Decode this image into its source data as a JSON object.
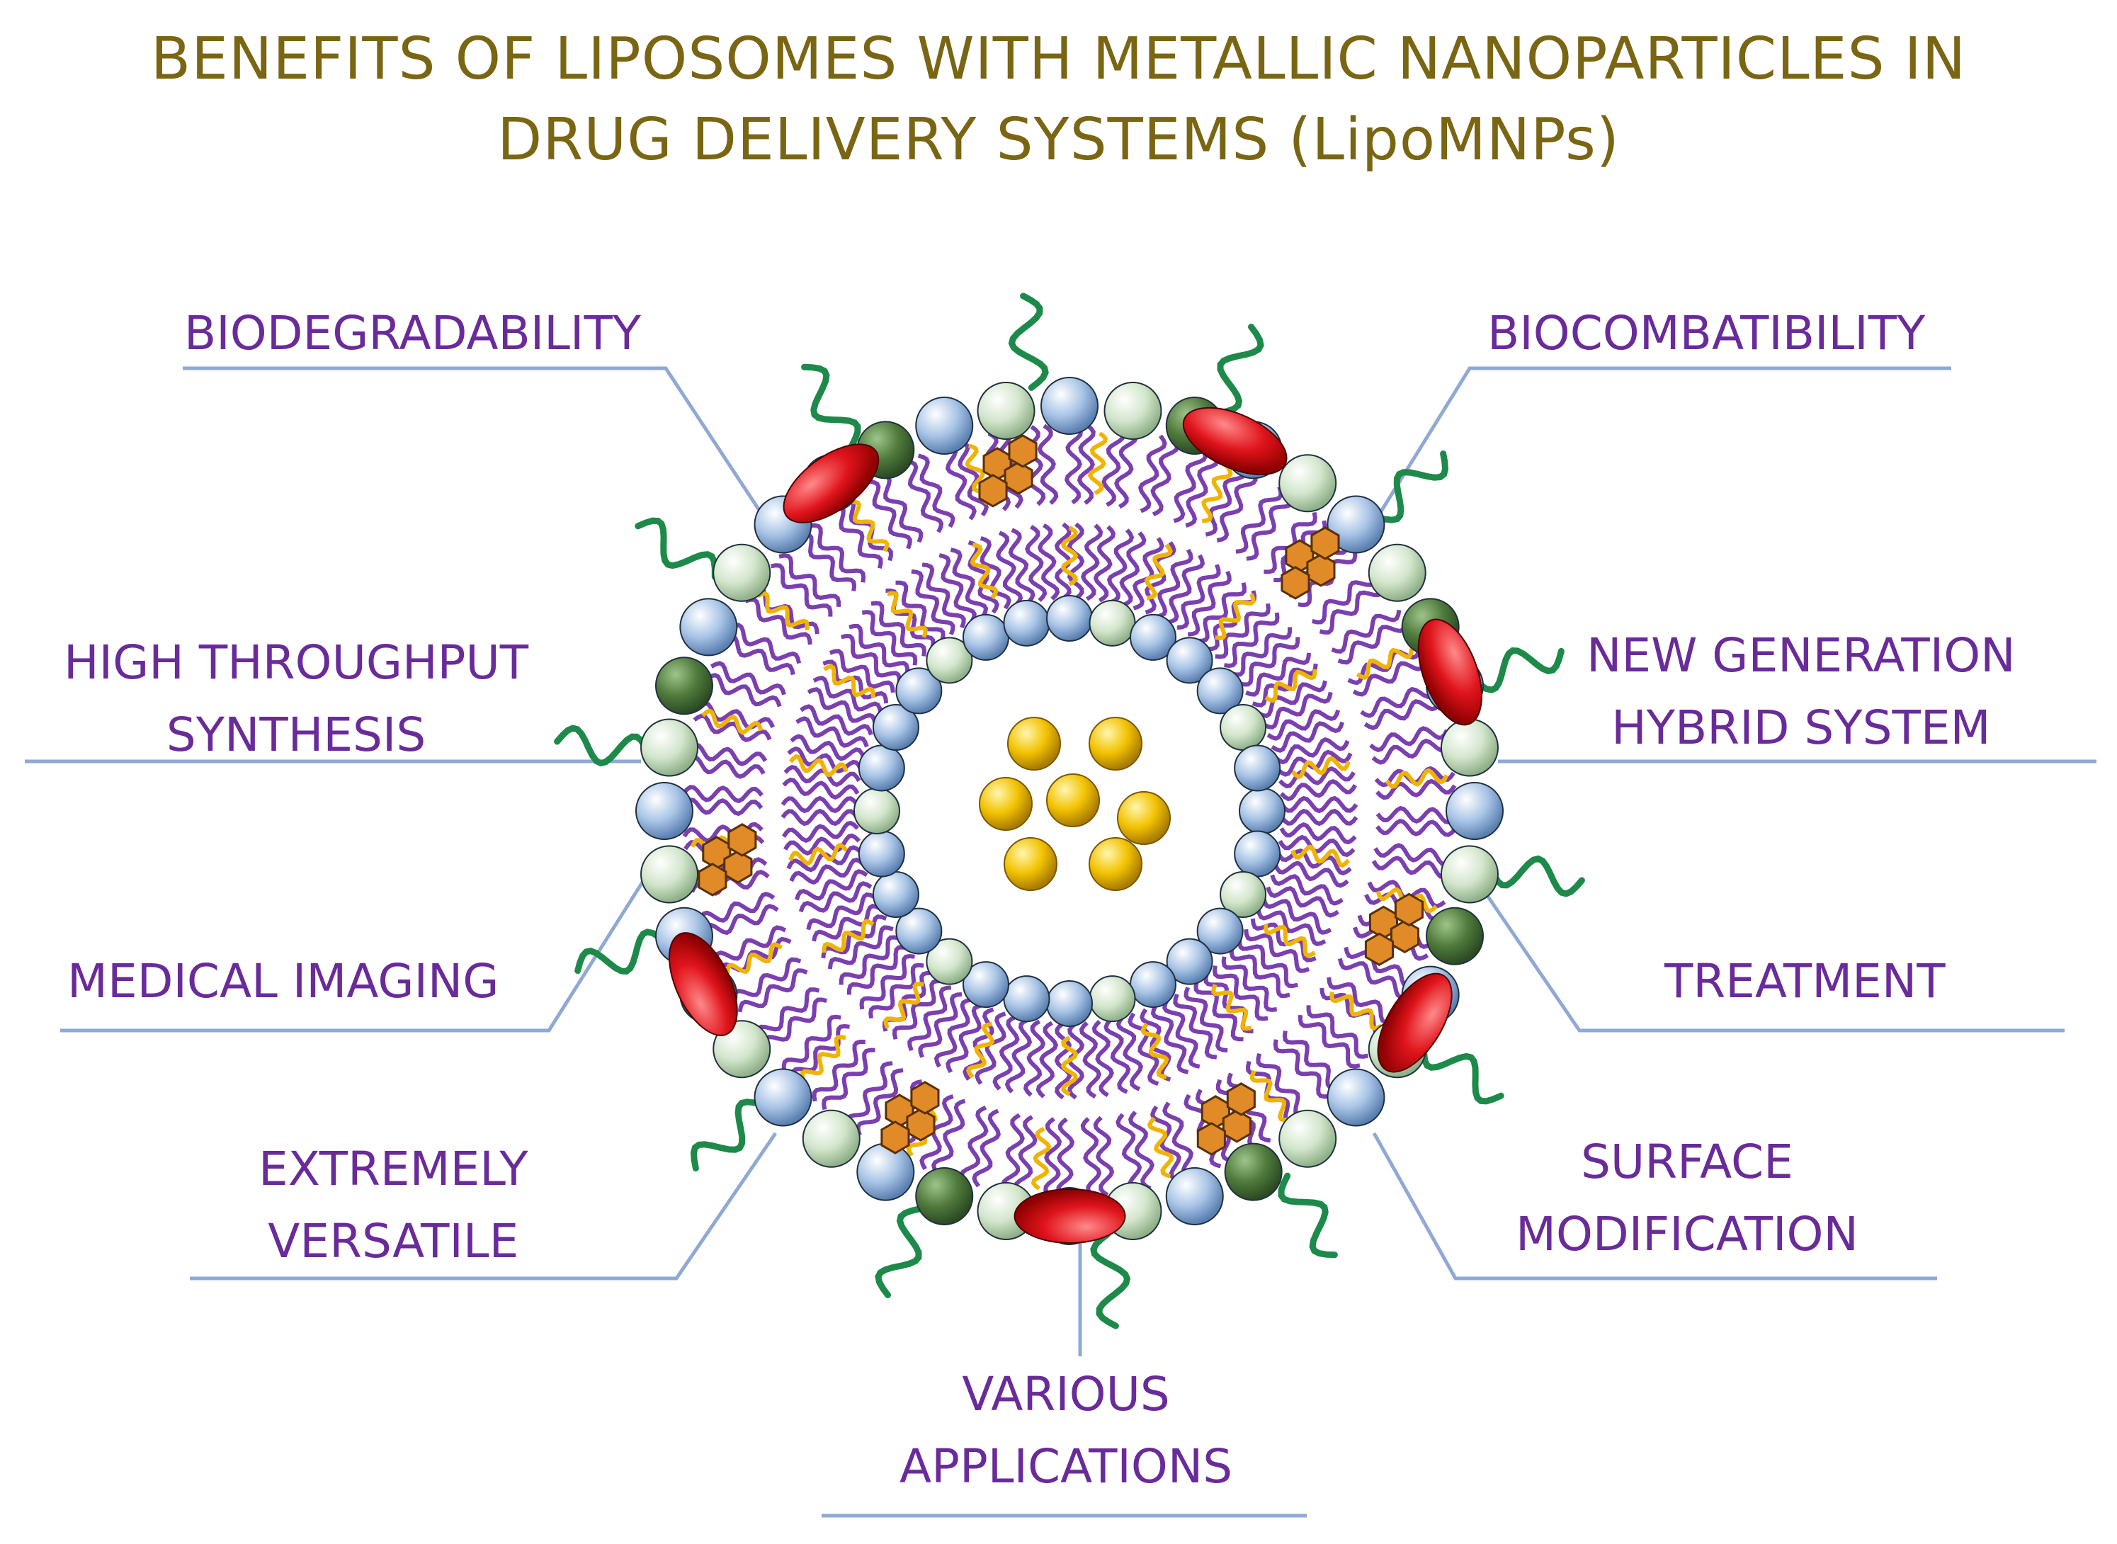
{
  "title": {
    "line1": "BENEFITS OF LIPOSOMES WITH METALLIC NANOPARTICLES IN",
    "line2": "DRUG DELIVERY SYSTEMS  (LipoMNPs)"
  },
  "benefits": {
    "biodegradability": [
      "BIODEGRADABILITY"
    ],
    "biocompatibility": [
      "BIOCOMBATIBILITY"
    ],
    "high_throughput": [
      "HIGH THROUGHPUT",
      "SYNTHESIS"
    ],
    "new_generation": [
      "NEW GENERATION",
      "HYBRID SYSTEM"
    ],
    "medical_imaging": [
      "MEDICAL IMAGING"
    ],
    "treatment": [
      "TREATMENT"
    ],
    "versatile": [
      "EXTREMELY",
      "VERSATILE"
    ],
    "surface_modification": [
      "SURFACE",
      "MODIFICATION"
    ],
    "various_applications": [
      "VARIOUS",
      "APPLICATIONS"
    ]
  },
  "colors": {
    "title": "#7a6512",
    "label": "#6a2b9a",
    "leader_line": "#8fa8d6",
    "lipid_tail": "#7b3fb0",
    "cholesterol": "#f0b400",
    "head_blue": "#a8c4e6",
    "head_pale": "#d3e6cc",
    "head_dark": "#4f7a3c",
    "protein": "#e0141c",
    "drug": "#e08a28",
    "nanoparticle": "#f2c200",
    "peg": "#1d8a4a"
  }
}
